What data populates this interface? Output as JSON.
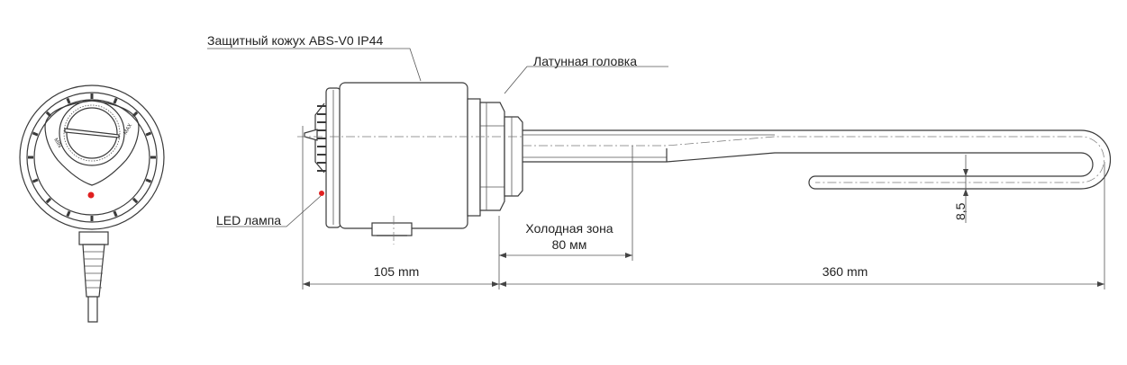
{
  "labels": {
    "housing": "Защитный кожух ABS-V0 IP44",
    "brass_head": "Латунная головка",
    "led": "LED лампа",
    "cold_zone_title": "Холодная зона",
    "cold_zone_len": "80 мм",
    "dim_head": "105 mm",
    "dim_rod": "360 mm",
    "dim_gap": "8,5",
    "knob_min": "MIN",
    "knob_max": "MAX"
  },
  "colors": {
    "line": "#3a3a3a",
    "led": "#e02020"
  }
}
